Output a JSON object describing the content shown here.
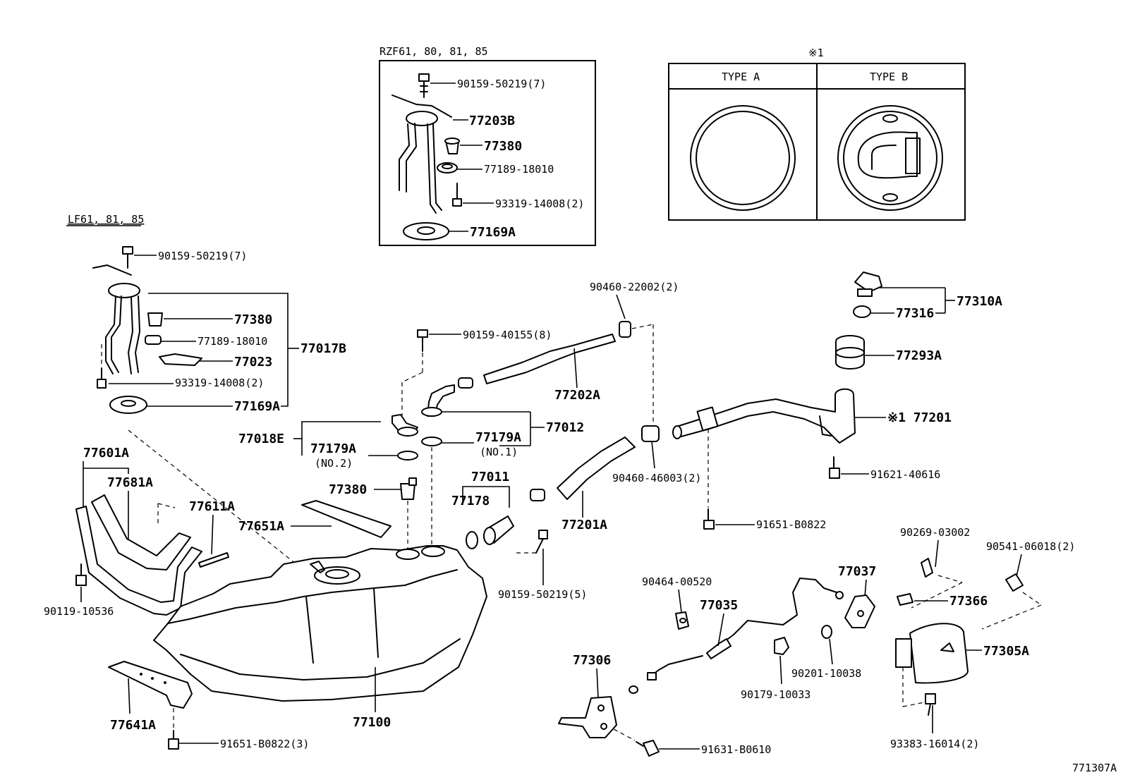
{
  "boxes": {
    "rzf": {
      "title": "RZF61, 80, 81, 85"
    },
    "types": {
      "title": "※1",
      "type_a": "TYPE A",
      "type_b": "TYPE B"
    },
    "lf": {
      "title": "LF61, 81, 85"
    }
  },
  "labels": {
    "rzf_bolt": "90159-50219(7)",
    "rzf_77203b": "77203B",
    "rzf_77380": "77380",
    "rzf_77189": "77189-18010",
    "rzf_93319": "93319-14008(2)",
    "rzf_77169a": "77169A",
    "lf_bolt": "90159-50219(7)",
    "lf_77380": "77380",
    "lf_77189": "77189-18010",
    "lf_77023": "77023",
    "lf_93319": "93319-14008(2)",
    "lf_77169a": "77169A",
    "lf_77017b": "77017B",
    "p90460_22002": "90460-22002(2)",
    "p90159_40155": "90159-40155(8)",
    "p77202a": "77202A",
    "p77012": "77012",
    "p77179a_no1": "77179A",
    "no1": "(NO.1)",
    "p77018e": "77018E",
    "p77179a_no2": "77179A",
    "no2": "(NO.2)",
    "p77380": "77380",
    "p77011": "77011",
    "p77178": "77178",
    "p77201a": "77201A",
    "p90460_46003": "90460-46003(2)",
    "p90159_50219_5": "90159-50219(5)",
    "p77310a": "77310A",
    "p77316": "77316",
    "p77293a": "77293A",
    "p77201": "※1 77201",
    "p91621": "91621-40616",
    "p91651_b0822": "91651-B0822",
    "p77601a": "77601A",
    "p77681a": "77681A",
    "p77611a": "77611A",
    "p77651a": "77651A",
    "p90119": "90119-10536",
    "p77100": "77100",
    "p77641a": "77641A",
    "p91651_b0822_3": "91651-B0822(3)",
    "p90269": "90269-03002",
    "p90541": "90541-06018(2)",
    "p77366": "77366",
    "p77305a": "77305A",
    "p93383": "93383-16014(2)",
    "p90464": "90464-00520",
    "p77035": "77035",
    "p77037": "77037",
    "p90201": "90201-10038",
    "p90179": "90179-10033",
    "p77306": "77306",
    "p91631": "91631-B0610",
    "figure_code": "771307A"
  }
}
